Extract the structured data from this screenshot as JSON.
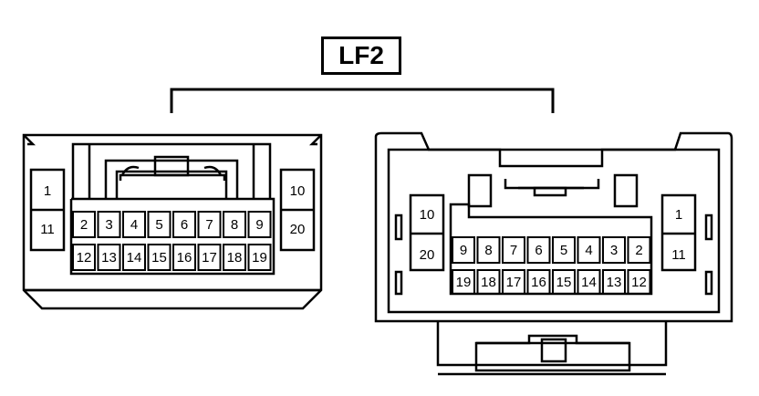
{
  "connector_label": "LF2",
  "left_connector": {
    "side_pins_left": [
      "1",
      "11"
    ],
    "side_pins_right": [
      "10",
      "20"
    ],
    "top_row": [
      "2",
      "3",
      "4",
      "5",
      "6",
      "7",
      "8",
      "9"
    ],
    "bottom_row": [
      "12",
      "13",
      "14",
      "15",
      "16",
      "17",
      "18",
      "19"
    ]
  },
  "right_connector": {
    "side_pins_left": [
      "10",
      "20"
    ],
    "side_pins_right": [
      "1",
      "11"
    ],
    "top_row": [
      "9",
      "8",
      "7",
      "6",
      "5",
      "4",
      "3",
      "2"
    ],
    "bottom_row": [
      "19",
      "18",
      "17",
      "16",
      "15",
      "14",
      "13",
      "12"
    ]
  }
}
